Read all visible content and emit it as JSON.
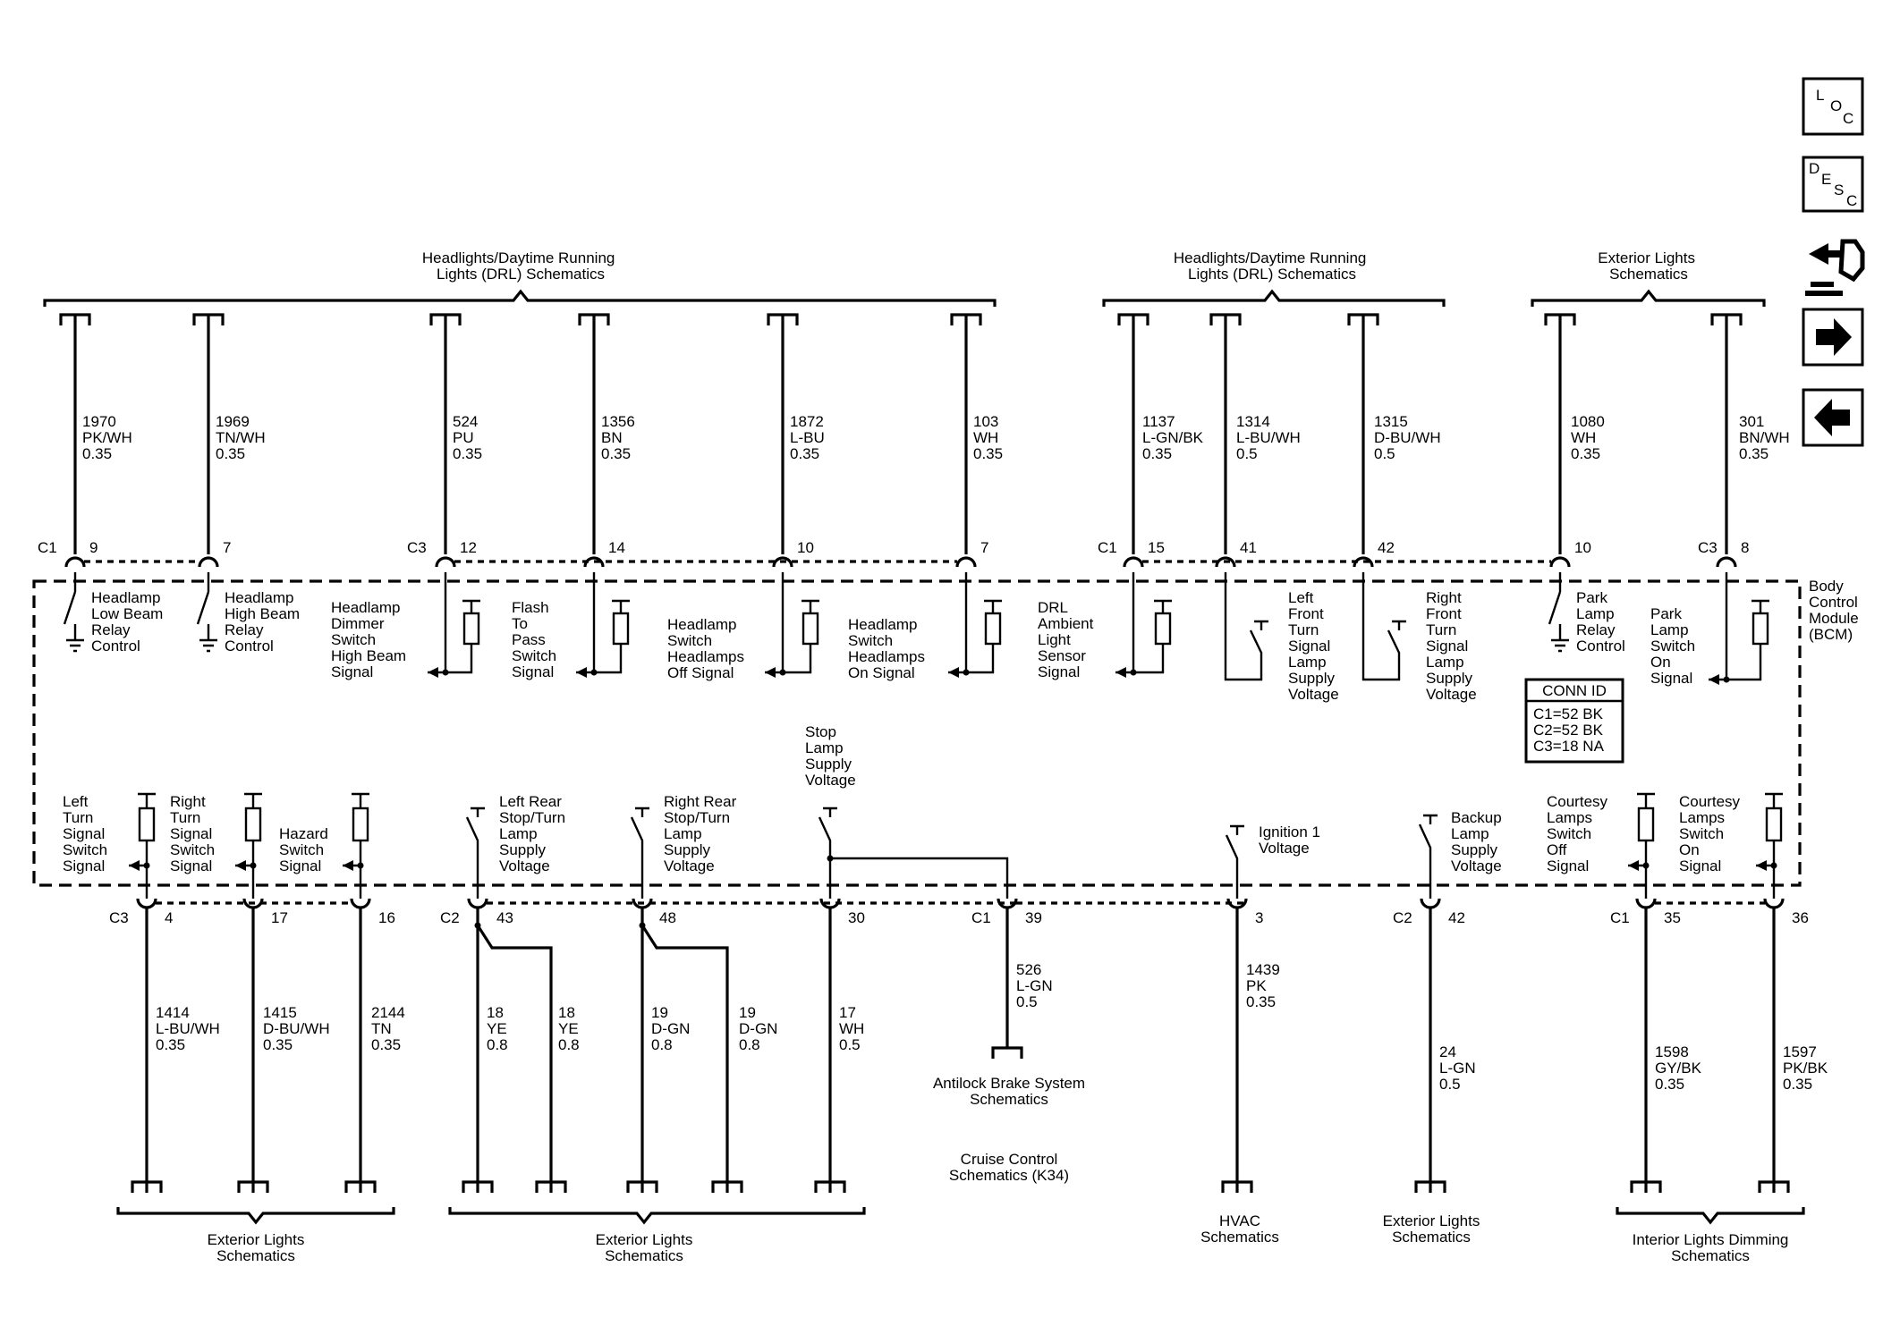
{
  "top_groups": {
    "drl1": [
      "Headlights/Daytime Running",
      "Lights (DRL) Schematics"
    ],
    "drl2": [
      "Headlights/Daytime Running",
      "Lights (DRL) Schematics"
    ],
    "ext": [
      "Exterior Lights",
      "Schematics"
    ]
  },
  "top_wires": [
    {
      "circuit": "1970",
      "color": "PK/WH",
      "gauge": "0.35",
      "pin": "9"
    },
    {
      "circuit": "1969",
      "color": "TN/WH",
      "gauge": "0.35",
      "pin": "7"
    },
    {
      "circuit": "524",
      "color": "PU",
      "gauge": "0.35",
      "pin": "12"
    },
    {
      "circuit": "1356",
      "color": "BN",
      "gauge": "0.35",
      "pin": "14"
    },
    {
      "circuit": "1872",
      "color": "L-BU",
      "gauge": "0.35",
      "pin": "10"
    },
    {
      "circuit": "103",
      "color": "WH",
      "gauge": "0.35",
      "pin": "7"
    },
    {
      "circuit": "1137",
      "color": "L-GN/BK",
      "gauge": "0.35",
      "pin": "15"
    },
    {
      "circuit": "1314",
      "color": "L-BU/WH",
      "gauge": "0.5",
      "pin": "41"
    },
    {
      "circuit": "1315",
      "color": "D-BU/WH",
      "gauge": "0.5",
      "pin": "42"
    },
    {
      "circuit": "1080",
      "color": "WH",
      "gauge": "0.35",
      "pin": "10"
    },
    {
      "circuit": "301",
      "color": "BN/WH",
      "gauge": "0.35",
      "pin": "8"
    }
  ],
  "top_connectors": {
    "a": "C1",
    "b": "C3",
    "c": "C1",
    "d": "C3"
  },
  "top_functions": [
    [
      "Headlamp",
      "Low Beam",
      "Relay",
      "Control"
    ],
    [
      "Headlamp",
      "High Beam",
      "Relay",
      "Control"
    ],
    [
      "Headlamp",
      "Dimmer",
      "Switch",
      "High Beam",
      "Signal"
    ],
    [
      "Flash",
      "To",
      "Pass",
      "Switch",
      "Signal"
    ],
    [
      "Headlamp",
      "Switch",
      "Headlamps",
      "Off Signal"
    ],
    [
      "Headlamp",
      "Switch",
      "Headlamps",
      "On Signal"
    ],
    [
      "DRL",
      "Ambient",
      "Light",
      "Sensor",
      "Signal"
    ],
    [
      "Left",
      "Front",
      "Turn",
      "Signal",
      "Lamp",
      "Supply",
      "Voltage"
    ],
    [
      "Right",
      "Front",
      "Turn",
      "Signal",
      "Lamp",
      "Supply",
      "Voltage"
    ],
    [
      "Park",
      "Lamp",
      "Relay",
      "Control"
    ],
    [
      "Park",
      "Lamp",
      "Switch",
      "On",
      "Signal"
    ]
  ],
  "module_label": [
    "Body",
    "Control",
    "Module",
    "(BCM)"
  ],
  "conn_id": {
    "title": "CONN ID",
    "lines": [
      "C1=52 BK",
      "C2=52 BK",
      "C3=18 NA"
    ]
  },
  "bottom_functions": [
    [
      "Left",
      "Turn",
      "Signal",
      "Switch",
      "Signal"
    ],
    [
      "Right",
      "Turn",
      "Signal",
      "Switch",
      "Signal"
    ],
    [
      "Hazard",
      "Switch",
      "Signal"
    ],
    [
      "Left Rear",
      "Stop/Turn",
      "Lamp",
      "Supply",
      "Voltage"
    ],
    [
      "Right Rear",
      "Stop/Turn",
      "Lamp",
      "Supply",
      "Voltage"
    ],
    [
      "Stop",
      "Lamp",
      "Supply",
      "Voltage"
    ],
    [
      "Ignition 1",
      "Voltage"
    ],
    [
      "Backup",
      "Lamp",
      "Supply",
      "Voltage"
    ],
    [
      "Courtesy",
      "Lamps",
      "Switch",
      "Off",
      "Signal"
    ],
    [
      "Courtesy",
      "Lamps",
      "Switch",
      "On",
      "Signal"
    ]
  ],
  "bottom_connectors": {
    "a": "C3",
    "b": "C2",
    "c": "C1",
    "d": "C2",
    "e": "C1"
  },
  "bottom_pins": [
    "4",
    "17",
    "16",
    "43",
    "48",
    "30",
    "39",
    "3",
    "42",
    "35",
    "36"
  ],
  "bottom_wires": [
    {
      "circuit": "1414",
      "color": "L-BU/WH",
      "gauge": "0.35"
    },
    {
      "circuit": "1415",
      "color": "D-BU/WH",
      "gauge": "0.35"
    },
    {
      "circuit": "2144",
      "color": "TN",
      "gauge": "0.35"
    },
    {
      "circuit": "18",
      "color": "YE",
      "gauge": "0.8"
    },
    {
      "circuit": "18",
      "color": "YE",
      "gauge": "0.8"
    },
    {
      "circuit": "19",
      "color": "D-GN",
      "gauge": "0.8"
    },
    {
      "circuit": "19",
      "color": "D-GN",
      "gauge": "0.8"
    },
    {
      "circuit": "17",
      "color": "WH",
      "gauge": "0.5"
    },
    {
      "circuit": "526",
      "color": "L-GN",
      "gauge": "0.5"
    },
    {
      "circuit": "1439",
      "color": "PK",
      "gauge": "0.35"
    },
    {
      "circuit": "24",
      "color": "L-GN",
      "gauge": "0.5"
    },
    {
      "circuit": "1598",
      "color": "GY/BK",
      "gauge": "0.35"
    },
    {
      "circuit": "1597",
      "color": "PK/BK",
      "gauge": "0.35"
    }
  ],
  "bottom_groups": {
    "ext1": [
      "Exterior Lights",
      "Schematics"
    ],
    "ext2": [
      "Exterior Lights",
      "Schematics"
    ],
    "abs": [
      "Antilock Brake System",
      "Schematics"
    ],
    "cruise": [
      "Cruise Control",
      "Schematics (K34)"
    ],
    "hvac": [
      "HVAC",
      "Schematics"
    ],
    "ext3": [
      "Exterior Lights",
      "Schematics"
    ],
    "dim": [
      "Interior Lights Dimming",
      "Schematics"
    ]
  },
  "nav": {
    "loc": [
      "L",
      "O",
      "C"
    ],
    "desc": [
      "D",
      "E",
      "S",
      "C"
    ],
    "icons": [
      "connector-end-view-icon",
      "next-arrow-icon",
      "previous-arrow-icon"
    ]
  }
}
